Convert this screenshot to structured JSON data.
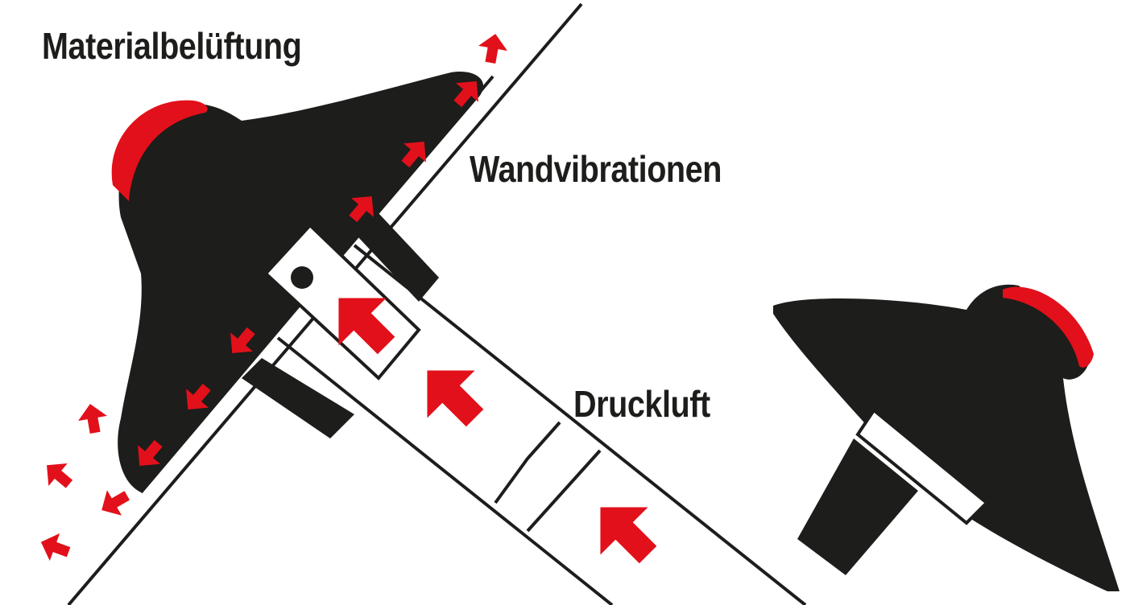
{
  "labels": {
    "material_aeration": "Materialbelüftung",
    "wall_vibrations": "Wandvibrationen",
    "compressed_air": "Druckluft"
  },
  "colors": {
    "accent_red": "#e2101a",
    "body_black": "#1d1d1b",
    "background": "#ffffff"
  }
}
